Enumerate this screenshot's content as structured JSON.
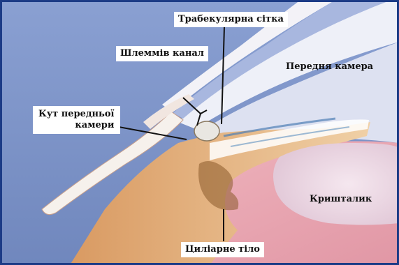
{
  "labels": {
    "trabecular_meshwork": "Трабекулярна сітка",
    "schlemm_canal": "Шлеммів канал",
    "anterior_chamber": "Передня камера",
    "angle_line1": "Кут передньої",
    "angle_line2": "камери",
    "lens": "Кришталик",
    "ciliary_body": "Циліарне тіло"
  },
  "colors": {
    "background": "#7f97c9",
    "cornea_outer": "#f1f0f6",
    "cornea_band": "#a7b6de",
    "anterior_chamber": "#dcdff0",
    "iris": "#e2b482",
    "lens": "#ecd9e6",
    "ciliary_body": "#e9a9b3",
    "border": "#1c3b86"
  }
}
